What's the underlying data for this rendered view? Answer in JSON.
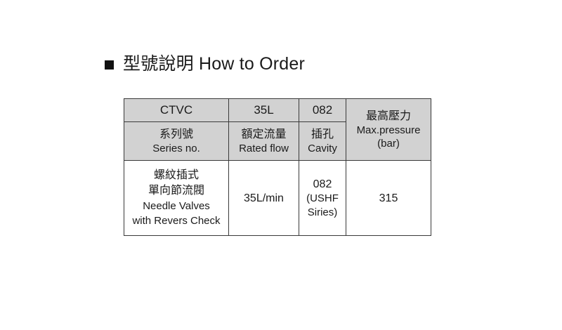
{
  "page": {
    "background_color": "#ffffff",
    "text_color": "#1a1a1a"
  },
  "heading": {
    "bullet": "filled-square",
    "bullet_color": "#111111",
    "text": "型號說明 How to Order"
  },
  "table": {
    "border_color": "#3a3a3a",
    "header_background": "#d2d2d2",
    "body_background": "#ffffff",
    "code_row": {
      "series": "CTVC",
      "rated_flow": "35L",
      "cavity": "082"
    },
    "label_row": {
      "series_cn": "系列號",
      "series_en": "Series no.",
      "flow_cn": "額定流量",
      "flow_en": "Rated flow",
      "cavity_cn": "插孔",
      "cavity_en": "Cavity"
    },
    "pressure_header": {
      "cn": "最高壓力",
      "en": "Max.pressure",
      "unit": "(bar)"
    },
    "data_row": {
      "series_cn_line1": "螺紋插式",
      "series_cn_line2": "單向節流閥",
      "series_en_line1": "Needle Valves",
      "series_en_line2": "with Revers Check",
      "rated_flow": "35L/min",
      "cavity_line1": "082",
      "cavity_line2": "(USHF",
      "cavity_line3": "Siries)",
      "max_pressure": "315"
    }
  }
}
